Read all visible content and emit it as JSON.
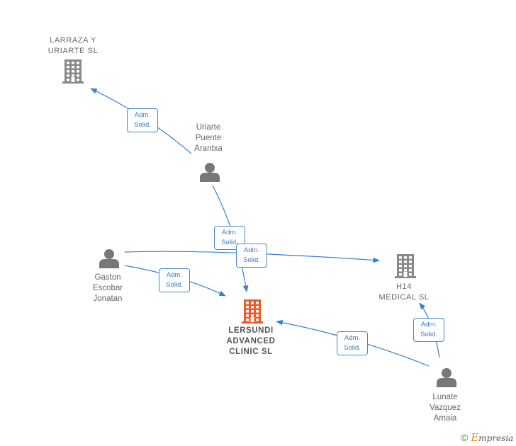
{
  "nodes": [
    {
      "id": "larraza",
      "type": "company",
      "label": "LARRAZA Y\nURIARTE  SL",
      "color": "#888888"
    },
    {
      "id": "uriarte",
      "type": "person",
      "label": "Uriarte\nPuente\nArantxa",
      "color": "#777777"
    },
    {
      "id": "gaston",
      "type": "person",
      "label": "Gaston\nEscobar\nJonatan",
      "color": "#777777"
    },
    {
      "id": "lersundi",
      "type": "company",
      "label": "LERSUNDI\nADVANCED\nCLINIC  SL",
      "color": "#f05a28",
      "main": true
    },
    {
      "id": "h14",
      "type": "company",
      "label": "H14\nMEDICAL  SL",
      "color": "#888888"
    },
    {
      "id": "lunate",
      "type": "person",
      "label": "Lunate\nVazquez\nAmaia",
      "color": "#777777"
    }
  ],
  "edges": [
    {
      "from": "uriarte",
      "to": "larraza",
      "label": "Adm.\nSolid."
    },
    {
      "from": "uriarte",
      "to": "lersundi",
      "label": "Adm.\nSolid."
    },
    {
      "from": "gaston",
      "to": "h14",
      "label": "Adm.\nSolid."
    },
    {
      "from": "gaston",
      "to": "lersundi",
      "label": "Adm.\nSolid."
    },
    {
      "from": "lunate",
      "to": "lersundi",
      "label": "Adm.\nSolid."
    },
    {
      "from": "lunate",
      "to": "h14",
      "label": "Adm.\nSolid."
    }
  ],
  "colors": {
    "edge": "#3a7fd0",
    "edge_label_border": "#4a86c8"
  },
  "brand": {
    "copyright_symbol": "©",
    "name_initial": "E",
    "name_rest": "mpresia"
  }
}
